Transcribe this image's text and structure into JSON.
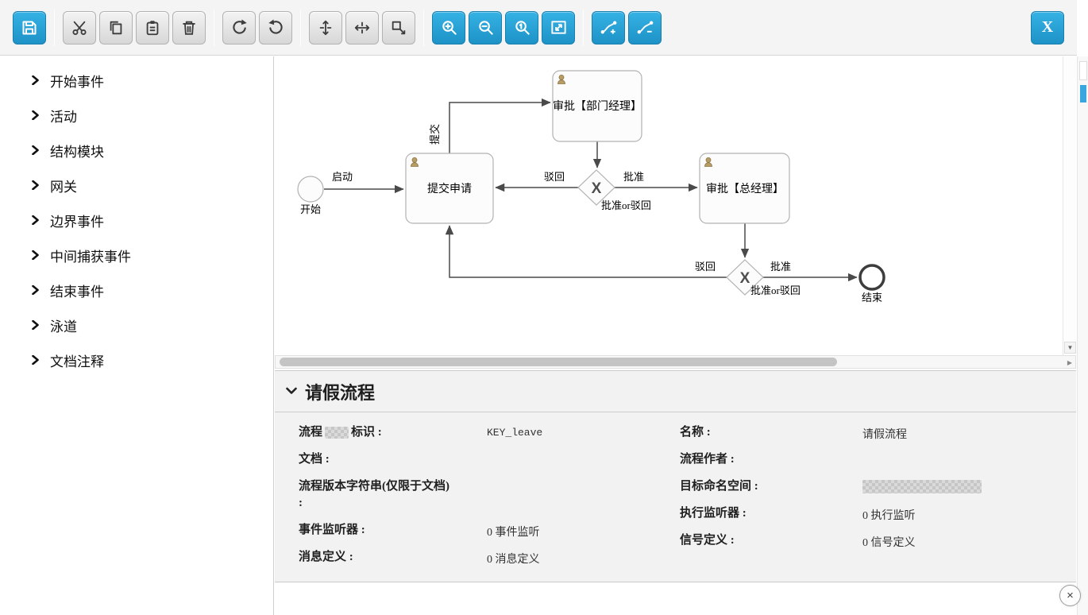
{
  "colors": {
    "accent_blue": "#2aa3d8",
    "button_gray": "#e3e3e3",
    "user_icon_tan": "#b79d66"
  },
  "toolbar": {
    "buttons": [
      {
        "name": "save-button"
      },
      {
        "name": "cut-button"
      },
      {
        "name": "copy-button"
      },
      {
        "name": "paste-button"
      },
      {
        "name": "delete-button"
      },
      {
        "name": "redo-button"
      },
      {
        "name": "undo-button"
      },
      {
        "name": "align-vertical-button"
      },
      {
        "name": "align-horizontal-button"
      },
      {
        "name": "resize-button"
      },
      {
        "name": "zoom-in-button"
      },
      {
        "name": "zoom-out-button"
      },
      {
        "name": "zoom-actual-button"
      },
      {
        "name": "zoom-fit-button"
      },
      {
        "name": "bendpoint-add-button"
      },
      {
        "name": "bendpoint-remove-button"
      }
    ],
    "xml_button_label": "X"
  },
  "sidebar": {
    "items": [
      {
        "label": "开始事件"
      },
      {
        "label": "活动"
      },
      {
        "label": "结构模块"
      },
      {
        "label": "网关"
      },
      {
        "label": "边界事件"
      },
      {
        "label": "中间捕获事件"
      },
      {
        "label": "结束事件"
      },
      {
        "label": "泳道"
      },
      {
        "label": "文档注释"
      }
    ]
  },
  "diagram": {
    "start_event": {
      "label": "开始"
    },
    "end_event": {
      "label": "结束"
    },
    "tasks": {
      "submit": "提交申请",
      "dept": "审批【部门经理】",
      "gm": "审批【总经理】"
    },
    "gateway1": {
      "symbol": "X",
      "label": "批准or驳回"
    },
    "gateway2": {
      "symbol": "X",
      "label": "批准or驳回"
    },
    "edge_labels": {
      "launch": "启动",
      "submit": "提交",
      "gw1_reject": "驳回",
      "gw1_approve": "批准",
      "gw2_reject": "驳回",
      "gw2_approve": "批准"
    }
  },
  "properties_panel": {
    "title": "请假流程",
    "left_fields": [
      {
        "label_prefix": "流程",
        "label_suffix": "标识 :",
        "value": "KEY_leave"
      },
      {
        "label": "文档 :",
        "value": ""
      },
      {
        "label": "流程版本字符串(仅限于文档) :",
        "value": ""
      },
      {
        "label": "事件监听器 :",
        "value": "0 事件监听"
      },
      {
        "label": "消息定义 :",
        "value": "0 消息定义"
      }
    ],
    "right_fields": [
      {
        "label": "名称 :",
        "value": "请假流程"
      },
      {
        "label": "流程作者 :",
        "value": ""
      },
      {
        "label": "目标命名空间 :",
        "value": ""
      },
      {
        "label": "执行监听器 :",
        "value": "0 执行监听"
      },
      {
        "label": "信号定义 :",
        "value": "0 信号定义"
      }
    ]
  },
  "window": {
    "close_label": "×"
  }
}
